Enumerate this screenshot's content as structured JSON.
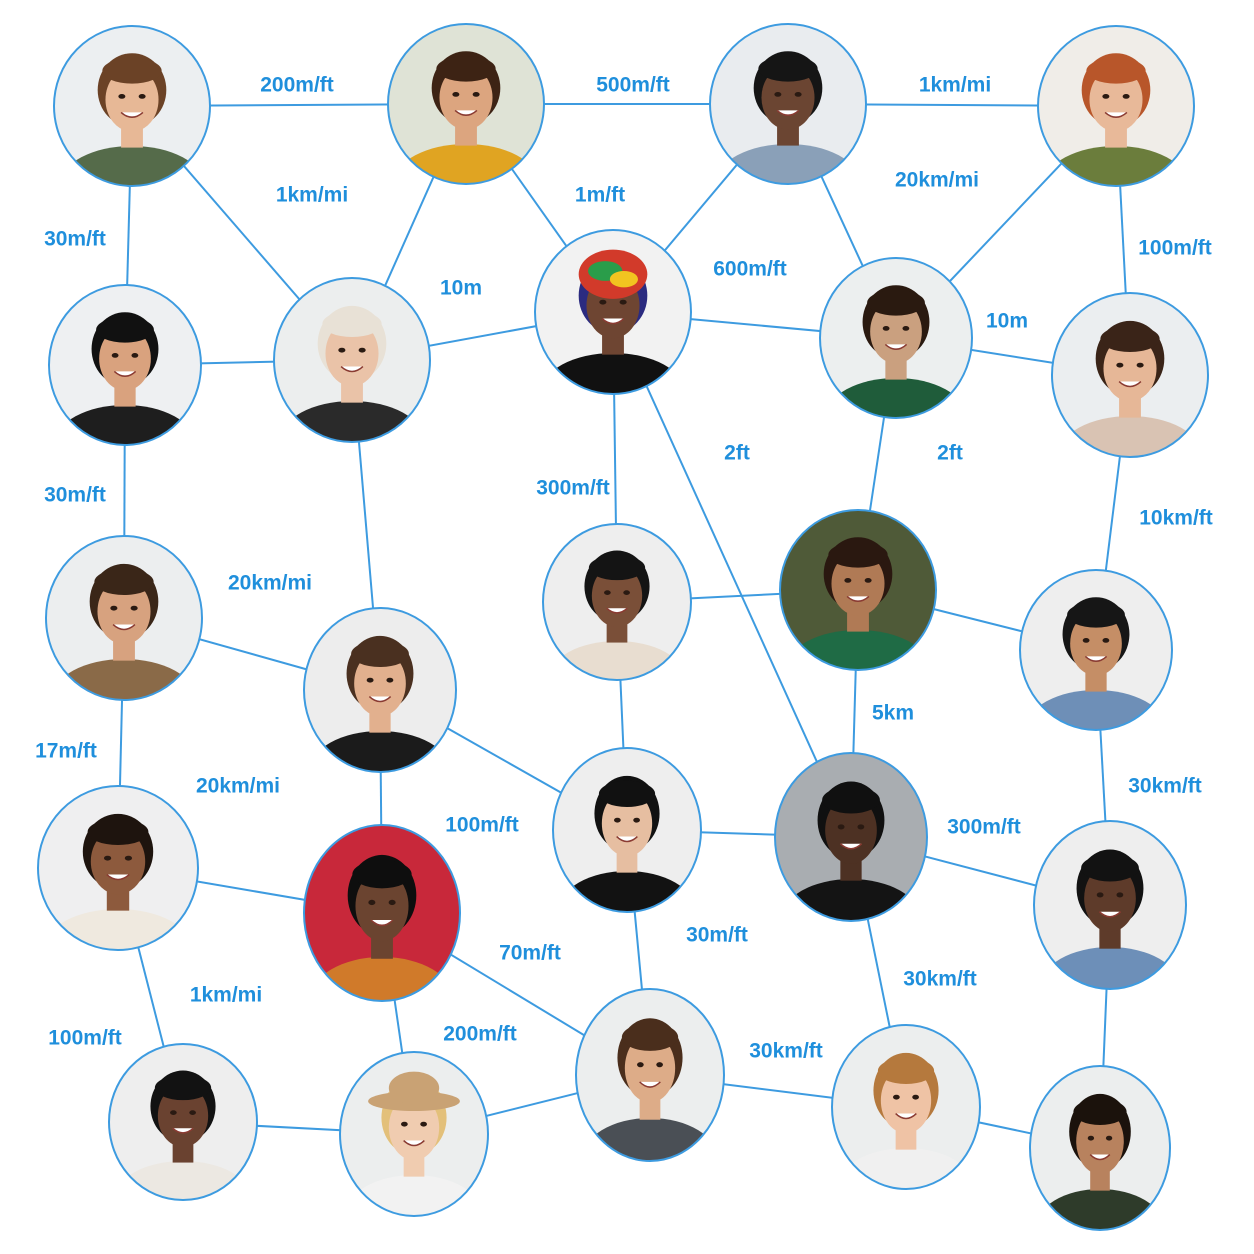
{
  "diagram": {
    "line_color": "#3d9be0",
    "label_color": "#1f8fdc",
    "node_ring_color": "#3d9be0",
    "nodes": [
      {
        "id": "n1",
        "icon": "person-portrait-icon",
        "skin": "#e7b896",
        "hair": "#6b4226",
        "shirt": "#556b4a",
        "bg": "#eceff1"
      },
      {
        "id": "n2",
        "icon": "person-portrait-icon",
        "skin": "#dca57f",
        "hair": "#3d2314",
        "shirt": "#e0a422",
        "bg": "#dfe3d6"
      },
      {
        "id": "n3",
        "icon": "person-portrait-icon",
        "skin": "#6b4532",
        "hair": "#151515",
        "shirt": "#8aa0b8",
        "bg": "#e9ecef"
      },
      {
        "id": "n4",
        "icon": "person-portrait-icon",
        "skin": "#e8b999",
        "hair": "#b8562a",
        "shirt": "#6b7d3c",
        "bg": "#f0ede8"
      },
      {
        "id": "n5",
        "icon": "person-portrait-icon",
        "skin": "#d9a27e",
        "hair": "#111111",
        "shirt": "#1e1e1e",
        "bg": "#eef0f2"
      },
      {
        "id": "n6",
        "icon": "person-portrait-icon",
        "skin": "#eac3a8",
        "hair": "#e8e1d6",
        "shirt": "#2a2a2a",
        "bg": "#eceeee"
      },
      {
        "id": "n7",
        "icon": "person-portrait-icon",
        "skin": "#6e4532",
        "hair": "#2b2b80",
        "shirt": "#111111",
        "bg": "#f2f2f2",
        "turban": "#d23a2a"
      },
      {
        "id": "n8",
        "icon": "person-portrait-icon",
        "skin": "#caa07f",
        "hair": "#2a1a10",
        "shirt": "#1f5c3a",
        "bg": "#ecefef"
      },
      {
        "id": "n9",
        "icon": "person-portrait-icon",
        "skin": "#e6b797",
        "hair": "#3a2418",
        "shirt": "#d9c3b3",
        "bg": "#ebeef0"
      },
      {
        "id": "n10",
        "icon": "person-portrait-icon",
        "skin": "#d7a27f",
        "hair": "#3a2618",
        "shirt": "#8a6a48",
        "bg": "#eceeef"
      },
      {
        "id": "n11",
        "icon": "person-portrait-icon",
        "skin": "#e2b08e",
        "hair": "#4a3020",
        "shirt": "#1b1b1b",
        "bg": "#ededed"
      },
      {
        "id": "n12",
        "icon": "person-portrait-icon",
        "skin": "#7a4f38",
        "hair": "#141414",
        "shirt": "#e8ddd0",
        "bg": "#eeeeee"
      },
      {
        "id": "n13",
        "icon": "person-portrait-icon",
        "skin": "#b07a55",
        "hair": "#2a1810",
        "shirt": "#1f6b45",
        "bg": "#4f5a38"
      },
      {
        "id": "n14",
        "icon": "person-portrait-icon",
        "skin": "#c58e66",
        "hair": "#161616",
        "shirt": "#6e8fb7",
        "bg": "#eeeeee"
      },
      {
        "id": "n15",
        "icon": "person-portrait-icon",
        "skin": "#8d5a3d",
        "hair": "#1e140e",
        "shirt": "#efe9df",
        "bg": "#efeff0"
      },
      {
        "id": "n16",
        "icon": "person-portrait-icon",
        "skin": "#6b4430",
        "hair": "#0e0e0e",
        "shirt": "#d07a2a",
        "bg": "#c8283a"
      },
      {
        "id": "n17",
        "icon": "person-portrait-icon",
        "skin": "#e6bea1",
        "hair": "#111111",
        "shirt": "#121212",
        "bg": "#eeeeee"
      },
      {
        "id": "n18",
        "icon": "person-portrait-icon",
        "skin": "#4d3123",
        "hair": "#101010",
        "shirt": "#141414",
        "bg": "#a9adb1"
      },
      {
        "id": "n19",
        "icon": "person-portrait-icon",
        "skin": "#5e3b2a",
        "hair": "#121212",
        "shirt": "#6d8fb8",
        "bg": "#eeeeee"
      },
      {
        "id": "n20",
        "icon": "person-portrait-icon",
        "skin": "#6a4230",
        "hair": "#121212",
        "shirt": "#ece8e2",
        "bg": "#eeeeee"
      },
      {
        "id": "n21",
        "icon": "person-portrait-icon",
        "skin": "#f0ccb0",
        "hair": "#e3c07a",
        "shirt": "#f2f2f2",
        "bg": "#eceeee",
        "hat": "#c9a274"
      },
      {
        "id": "n22",
        "icon": "person-portrait-icon",
        "skin": "#ddac88",
        "hair": "#4a2e1c",
        "shirt": "#4a4f55",
        "bg": "#eceeee"
      },
      {
        "id": "n23",
        "icon": "person-portrait-icon",
        "skin": "#efc3a5",
        "hair": "#b5793d",
        "shirt": "#f0f0f0",
        "bg": "#eceeee"
      },
      {
        "id": "n24",
        "icon": "person-portrait-icon",
        "skin": "#b8825e",
        "hair": "#1b120c",
        "shirt": "#2e3b2a",
        "bg": "#eceeee"
      }
    ],
    "edges": [
      {
        "from": "n1",
        "to": "n2",
        "label": "200m/ft"
      },
      {
        "from": "n2",
        "to": "n3",
        "label": "500m/ft"
      },
      {
        "from": "n3",
        "to": "n4",
        "label": "1km/mi"
      },
      {
        "from": "n1",
        "to": "n5",
        "label": "30m/ft"
      },
      {
        "from": "n1",
        "to": "n6",
        "label": "1km/mi"
      },
      {
        "from": "n2",
        "to": "n7",
        "label": "1m/ft"
      },
      {
        "from": "n2",
        "to": "n6",
        "label": ""
      },
      {
        "from": "n3",
        "to": "n7",
        "label": ""
      },
      {
        "from": "n3",
        "to": "n8",
        "label": "20km/mi"
      },
      {
        "from": "n4",
        "to": "n8",
        "label": ""
      },
      {
        "from": "n4",
        "to": "n9",
        "label": "100m/ft"
      },
      {
        "from": "n5",
        "to": "n6",
        "label": ""
      },
      {
        "from": "n6",
        "to": "n7",
        "label": "10m"
      },
      {
        "from": "n7",
        "to": "n8",
        "label": "600m/ft"
      },
      {
        "from": "n8",
        "to": "n9",
        "label": "10m"
      },
      {
        "from": "n5",
        "to": "n10",
        "label": "30m/ft"
      },
      {
        "from": "n6",
        "to": "n11",
        "label": ""
      },
      {
        "from": "n7",
        "to": "n12",
        "label": "300m/ft"
      },
      {
        "from": "n7",
        "to": "n18",
        "label": "2ft"
      },
      {
        "from": "n8",
        "to": "n13",
        "label": "2ft"
      },
      {
        "from": "n9",
        "to": "n14",
        "label": "10km/ft"
      },
      {
        "from": "n10",
        "to": "n11",
        "label": "20km/mi"
      },
      {
        "from": "n12",
        "to": "n13",
        "label": ""
      },
      {
        "from": "n13",
        "to": "n14",
        "label": ""
      },
      {
        "from": "n13",
        "to": "n18",
        "label": "5km"
      },
      {
        "from": "n10",
        "to": "n15",
        "label": "17m/ft"
      },
      {
        "from": "n11",
        "to": "n16",
        "label": "20km/mi"
      },
      {
        "from": "n11",
        "to": "n17",
        "label": "100m/ft"
      },
      {
        "from": "n12",
        "to": "n17",
        "label": ""
      },
      {
        "from": "n14",
        "to": "n19",
        "label": "30km/ft"
      },
      {
        "from": "n17",
        "to": "n18",
        "label": ""
      },
      {
        "from": "n18",
        "to": "n19",
        "label": "300m/ft"
      },
      {
        "from": "n15",
        "to": "n16",
        "label": ""
      },
      {
        "from": "n15",
        "to": "n20",
        "label": "100m/ft"
      },
      {
        "from": "n16",
        "to": "n21",
        "label": "1km/mi"
      },
      {
        "from": "n16",
        "to": "n22",
        "label": "70m/ft"
      },
      {
        "from": "n17",
        "to": "n22",
        "label": "30m/ft"
      },
      {
        "from": "n18",
        "to": "n23",
        "label": "30km/ft"
      },
      {
        "from": "n19",
        "to": "n24",
        "label": ""
      },
      {
        "from": "n20",
        "to": "n21",
        "label": ""
      },
      {
        "from": "n21",
        "to": "n22",
        "label": "200m/ft"
      },
      {
        "from": "n22",
        "to": "n23",
        "label": "30km/ft"
      },
      {
        "from": "n23",
        "to": "n24",
        "label": ""
      }
    ]
  }
}
